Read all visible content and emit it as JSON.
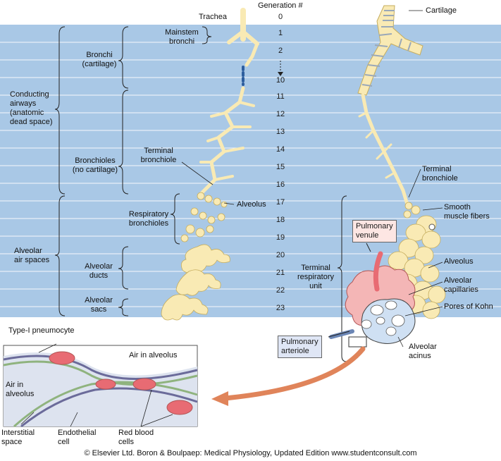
{
  "header": {
    "generation_title": "Generation #",
    "trachea": "Trachea",
    "cartilage": "Cartilage"
  },
  "generations": [
    "0",
    "1",
    "2",
    "10",
    "11",
    "12",
    "13",
    "14",
    "15",
    "16",
    "17",
    "18",
    "19",
    "20",
    "21",
    "22",
    "23"
  ],
  "left_groups": {
    "conducting": [
      "Conducting",
      "airways",
      "(anatomic",
      "dead space)"
    ],
    "alveolar_air": [
      "Alveolar",
      "air spaces"
    ]
  },
  "mid_groups": {
    "bronchi": [
      "Bronchi",
      "(cartilage)"
    ],
    "bronchioles": [
      "Bronchioles",
      "(no cartilage)"
    ],
    "alveolar_ducts": [
      "Alveolar",
      "ducts"
    ],
    "alveolar_sacs": [
      "Alveolar",
      "sacs"
    ]
  },
  "tree_labels": {
    "mainstem": [
      "Mainstem",
      "bronchi"
    ],
    "terminal_bronchiole": [
      "Terminal",
      "bronchiole"
    ],
    "alveolus": "Alveolus",
    "respiratory_bronchioles": [
      "Respiratory",
      "bronchioles"
    ],
    "terminal_respiratory_unit": [
      "Terminal",
      "respiratory",
      "unit"
    ]
  },
  "right_labels": {
    "terminal_bronchiole": [
      "Terminal",
      "bronchiole"
    ],
    "smooth_muscle": [
      "Smooth",
      "muscle fibers"
    ],
    "pulmonary_venule": [
      "Pulmonary",
      "venule"
    ],
    "alveolus": "Alveolus",
    "alveolar_capillaries": [
      "Alveolar",
      "capillaries"
    ],
    "pores_of_kohn": "Pores of Kohn",
    "pulmonary_arteriole": [
      "Pulmonary",
      "arteriole"
    ],
    "alveolar_acinus": [
      "Alveolar",
      "acinus"
    ]
  },
  "inset_labels": {
    "type1": "Type-I pneumocyte",
    "air_right": "Air in alveolus",
    "air_left": [
      "Air in",
      "alveolus"
    ],
    "interstitial": [
      "Interstitial",
      "space"
    ],
    "endothelial": [
      "Endothelial",
      "cell"
    ],
    "rbc": [
      "Red blood",
      "cells"
    ]
  },
  "copyright": "© Elsevier Ltd. Boron & Boulpaep: Medical Physiology, Updated Edition    www.studentconsult.com",
  "colors": {
    "band": "#a9c8e6",
    "airway": "#f9eab4",
    "airway_stroke": "#c5ad5e",
    "vessel_red": "#e86b73",
    "venule_box": "#fde6e3",
    "arteriole_box": "#dfe6f5",
    "arrow": "#e0845a"
  }
}
